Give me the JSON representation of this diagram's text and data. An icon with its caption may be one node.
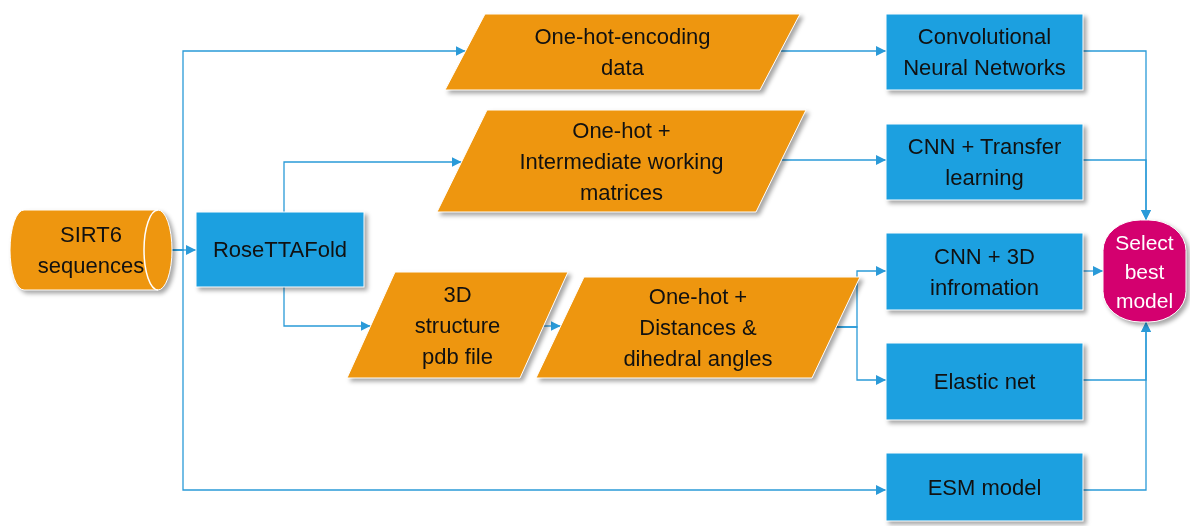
{
  "diagram": {
    "nodes": [
      {
        "text": [
          "SIRT6 sequences"
        ]
      },
      {
        "text": [
          "RoseTTAFold"
        ]
      },
      {
        "text": [
          "One-hot-encoding data"
        ]
      },
      {
        "text": [
          "One-hot + Intermediate working matrices"
        ]
      },
      {
        "text": [
          "3D structure pdb file"
        ]
      },
      {
        "text": [
          "One-hot + Distances & dihedral angles"
        ]
      },
      {
        "text": [
          "Convolutional Neural Networks"
        ]
      },
      {
        "text": [
          "CNN + Transfer learning"
        ]
      },
      {
        "text": [
          "CNN + 3D infromation"
        ]
      },
      {
        "text": [
          "Elastic net"
        ]
      },
      {
        "text": [
          "ESM model"
        ]
      },
      {
        "text": [
          "Select best model"
        ]
      }
    ],
    "edges": [
      {
        "from": 0,
        "to": 1,
        "arrow": "to"
      },
      {
        "from": 0,
        "to": 2,
        "arrow": "to"
      },
      {
        "from": 0,
        "to": 10,
        "arrow": "to"
      },
      {
        "from": 1,
        "to": 3,
        "arrow": "to"
      },
      {
        "from": 1,
        "to": 4,
        "arrow": "to"
      },
      {
        "from": 4,
        "to": 5,
        "arrow": "to"
      },
      {
        "from": 5,
        "to": 8,
        "arrow": "to"
      },
      {
        "from": 5,
        "to": 9,
        "arrow": "to"
      },
      {
        "from": 2,
        "to": 6,
        "arrow": "to"
      },
      {
        "from": 3,
        "to": 7,
        "arrow": "to"
      },
      {
        "from": 6,
        "to": 11,
        "arrow": "to"
      },
      {
        "from": 7,
        "to": 11,
        "arrow": "to"
      },
      {
        "from": 8,
        "to": 11,
        "arrow": "to"
      },
      {
        "from": 9,
        "to": 11,
        "arrow": "to"
      },
      {
        "from": 10,
        "to": 11,
        "arrow": "to"
      }
    ]
  }
}
